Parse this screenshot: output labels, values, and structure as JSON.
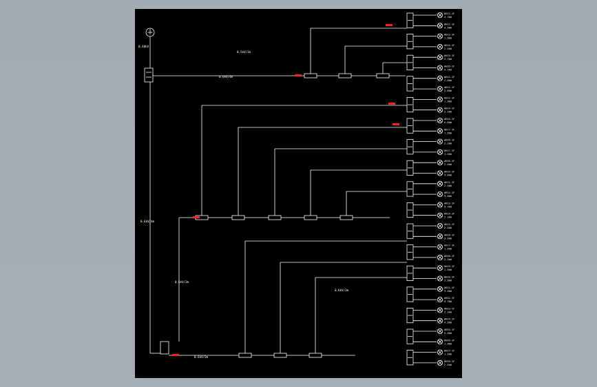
{
  "app": {
    "title": "CAD model viewer"
  },
  "colors": {
    "viewport": "#a4abb3",
    "sheet": "#000000",
    "line": "#ffffff",
    "highlight": "#ff2020"
  },
  "icons": {
    "source": "earth-ground-icon",
    "lamp": "lamp-circle-icon"
  },
  "labels": {
    "source_tag": "0.40kV",
    "main_cable": "0.6kV/4m",
    "riser_cable": "0.6kV/4m",
    "feeder_top": "0.5kV/2m",
    "feeder_mid": "0.6kV/2m",
    "feeder_low": "0.6kV/2m",
    "bus_low": "0.6kV/2m"
  },
  "outputs": [
    {
      "tag": "AH11-1F",
      "val": "4.7kW"
    },
    {
      "tag": "AH12-1F",
      "val": "4.5kW"
    },
    {
      "tag": "AH13-1F",
      "val": "1.5kW"
    },
    {
      "tag": "AH14-1F",
      "val": "2.1kW"
    },
    {
      "tag": "AH15-1F",
      "val": "3.7kW"
    },
    {
      "tag": "AH16-1F",
      "val": "4.7kW"
    },
    {
      "tag": "AH11-1F",
      "val": "2.5kW"
    },
    {
      "tag": "AH12-1F",
      "val": "3.6kW"
    },
    {
      "tag": "AH13-1F",
      "val": "1.5kW"
    },
    {
      "tag": "AH14-1F",
      "val": "2.1kW"
    },
    {
      "tag": "AH15-1F",
      "val": "6.6kW"
    },
    {
      "tag": "AH17-1F",
      "val": "1.5kW"
    },
    {
      "tag": "AH16-1F",
      "val": "2.2kW"
    },
    {
      "tag": "AH17-1F",
      "val": "1.5kW"
    },
    {
      "tag": "AH18-1F",
      "val": "2.5kW"
    },
    {
      "tag": "AH19-1F",
      "val": "3.6kW"
    },
    {
      "tag": "AH11-1F",
      "val": "2.5kW"
    },
    {
      "tag": "AH12-1F",
      "val": "3.5kW"
    },
    {
      "tag": "AH13-1F",
      "val": "4.7kW"
    },
    {
      "tag": "AH14-1F",
      "val": "2.1kW"
    },
    {
      "tag": "AH15-1F",
      "val": "2.5kW"
    },
    {
      "tag": "AH16-1F",
      "val": "3.5kW"
    },
    {
      "tag": "AH17-1F",
      "val": "1.5kW"
    },
    {
      "tag": "AH18-1F",
      "val": "2.2kW"
    },
    {
      "tag": "AH19-1F",
      "val": "1.5kW"
    },
    {
      "tag": "AH20-1F",
      "val": "2.5kW"
    },
    {
      "tag": "AH21-1F",
      "val": "3.3kW"
    },
    {
      "tag": "AH22-1F",
      "val": "4.7kW"
    },
    {
      "tag": "AH23-1F",
      "val": "2.1kW"
    },
    {
      "tag": "AH24-1F",
      "val": "4.5kW"
    },
    {
      "tag": "AH25-1F",
      "val": "3.3kW"
    },
    {
      "tag": "AH26-1F",
      "val": "1.5kW"
    },
    {
      "tag": "AH27-1F",
      "val": "1.5kW"
    },
    {
      "tag": "AH28-1F",
      "val": "2.5kW"
    }
  ]
}
